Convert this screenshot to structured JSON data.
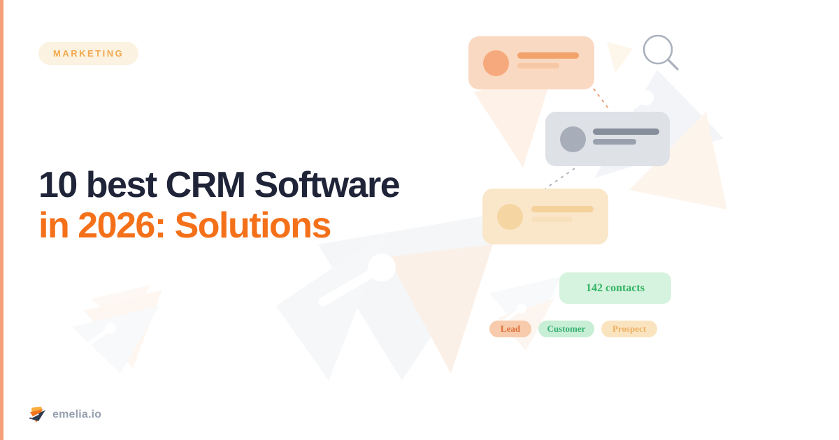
{
  "page": {
    "background": "#FFFFFF",
    "left_strip_color": "#F7A077"
  },
  "category_badge": {
    "label": "MARKETING",
    "bg": "#FCF2E1",
    "color": "#F2A950"
  },
  "title": {
    "line1": "10 best CRM Software",
    "line2": "in 2026: Solutions",
    "line1_color": "#1F2438",
    "line2_color": "#F4711A"
  },
  "illustration": {
    "contact_cards": [
      {
        "name": "lead-card",
        "bg": "#FAD9C2",
        "avatar_color": "#F6A97C",
        "bar1_color": "#F2A36C",
        "bar2_color": "#F7C8A5"
      },
      {
        "name": "customer-card",
        "bg": "#DEE1E6",
        "avatar_color": "#A8AEB9",
        "bar1_color": "#868D9B",
        "bar2_color": "#9AA1AE"
      },
      {
        "name": "prospect-card",
        "bg": "#FAE6C9",
        "avatar_color": "#F5D5A1",
        "bar1_color": "#F4D19B",
        "bar2_color": "#F7E0BC"
      }
    ],
    "search_icon": "magnifying-glass",
    "connector_colors": {
      "orange_dashed": "#EFA077",
      "gray_dashed": "#AFB5C0"
    },
    "contacts_badge": {
      "label": "142 contacts",
      "bg": "#D6F3DF",
      "color": "#33B463"
    },
    "tags": [
      {
        "label": "Lead",
        "bg": "#F7CBAB",
        "color": "#DF6E35"
      },
      {
        "label": "Customer",
        "bg": "#C8EED6",
        "color": "#36B06F"
      },
      {
        "label": "Prospect",
        "bg": "#FAE4C0",
        "color": "#EFAF62"
      }
    ]
  },
  "footer": {
    "brand": "emelia.io",
    "brand_color": "#97A1B1",
    "logo_icon": "paper-plane-logo"
  }
}
